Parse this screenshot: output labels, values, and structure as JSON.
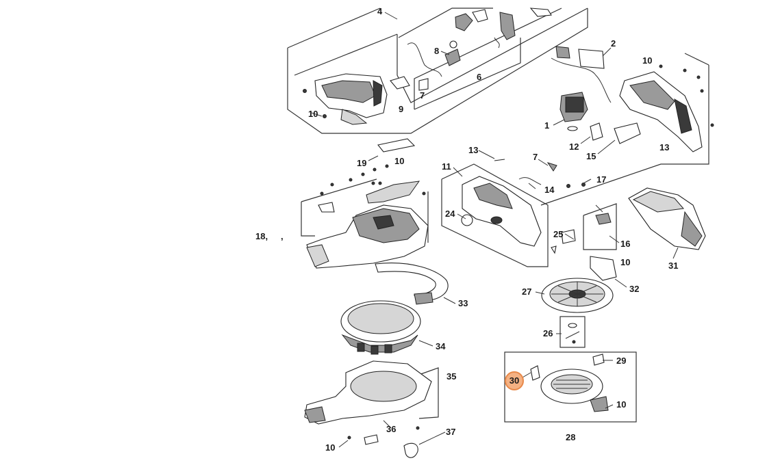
{
  "diagram": {
    "callouts": [
      {
        "id": "c4",
        "text": "4"
      },
      {
        "id": "c2",
        "text": "2"
      },
      {
        "id": "c10a",
        "text": "10"
      },
      {
        "id": "c8",
        "text": "8"
      },
      {
        "id": "c6",
        "text": "6"
      },
      {
        "id": "c7a",
        "text": "7"
      },
      {
        "id": "c9",
        "text": "9"
      },
      {
        "id": "c10b",
        "text": "10"
      },
      {
        "id": "c1",
        "text": "1"
      },
      {
        "id": "c12",
        "text": "12"
      },
      {
        "id": "c15",
        "text": "15"
      },
      {
        "id": "c13a",
        "text": "13"
      },
      {
        "id": "c13b",
        "text": "13"
      },
      {
        "id": "c19",
        "text": "19"
      },
      {
        "id": "c10c",
        "text": "10"
      },
      {
        "id": "c11",
        "text": "11"
      },
      {
        "id": "c7b",
        "text": "7"
      },
      {
        "id": "c14",
        "text": "14"
      },
      {
        "id": "c17",
        "text": "17"
      },
      {
        "id": "c18",
        "text": "18,"
      },
      {
        "id": "comma",
        "text": ","
      },
      {
        "id": "c24",
        "text": "24"
      },
      {
        "id": "c25",
        "text": "25"
      },
      {
        "id": "c16",
        "text": "16"
      },
      {
        "id": "c10d",
        "text": "10"
      },
      {
        "id": "c31",
        "text": "31"
      },
      {
        "id": "c32",
        "text": "32"
      },
      {
        "id": "c27",
        "text": "27"
      },
      {
        "id": "c33",
        "text": "33"
      },
      {
        "id": "c26",
        "text": "26"
      },
      {
        "id": "c34",
        "text": "34"
      },
      {
        "id": "c29",
        "text": "29"
      },
      {
        "id": "c30",
        "text": "30"
      },
      {
        "id": "c35",
        "text": "35"
      },
      {
        "id": "c10e",
        "text": "10"
      },
      {
        "id": "c28",
        "text": "28"
      },
      {
        "id": "c36",
        "text": "36"
      },
      {
        "id": "c37",
        "text": "37"
      },
      {
        "id": "c10f",
        "text": "10"
      }
    ],
    "highlight_color": "#f4b183"
  }
}
